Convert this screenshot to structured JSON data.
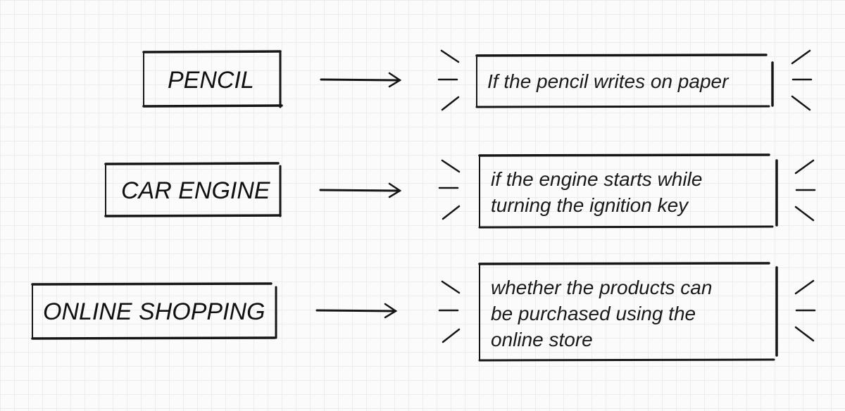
{
  "rows": [
    {
      "label": "PENCIL",
      "description_lines": [
        "If the pencil writes on paper"
      ]
    },
    {
      "label": "CAR ENGINE",
      "description_lines": [
        "if the engine starts while",
        "turning the ignition key"
      ]
    },
    {
      "label": "ONLINE SHOPPING",
      "description_lines": [
        "whether the products can",
        "be purchased using the",
        "online store"
      ]
    }
  ],
  "colors": {
    "ink": "#161616",
    "grid": "#ececec",
    "background": "#fbfbfb"
  }
}
